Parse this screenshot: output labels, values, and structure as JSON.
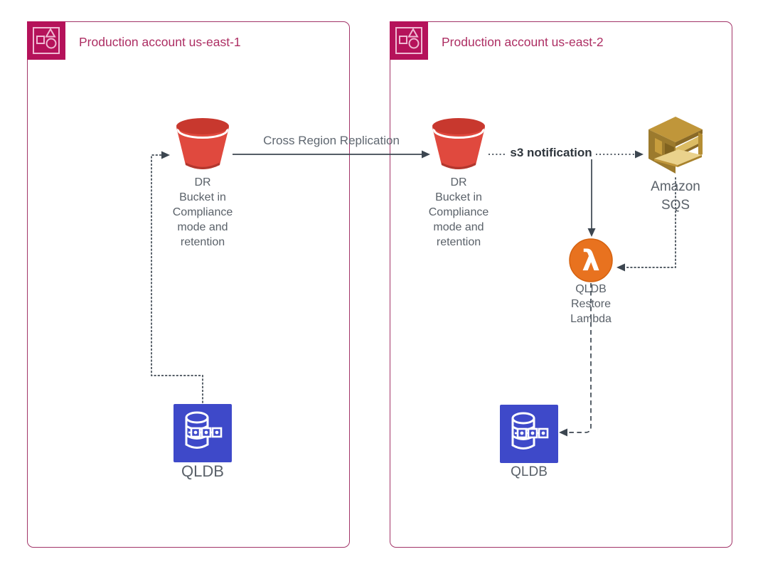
{
  "accounts": [
    {
      "title": "Production account us-east-1",
      "icon": "aws-account-icon"
    },
    {
      "title": "Production account us-east-2",
      "icon": "aws-account-icon"
    }
  ],
  "nodes": {
    "dr_bucket_left": {
      "icon": "s3-bucket-icon",
      "lines": [
        "DR",
        "Bucket in",
        "Compliance",
        "mode and",
        "retention"
      ]
    },
    "dr_bucket_right": {
      "icon": "s3-bucket-icon",
      "lines": [
        "DR",
        "Bucket in",
        "Compliance",
        "mode and",
        "retention"
      ]
    },
    "sqs": {
      "icon": "sqs-icon",
      "lines": [
        "Amazon",
        "SQS"
      ]
    },
    "lambda": {
      "icon": "lambda-icon",
      "glyph": "λ",
      "lines": [
        "QLDB",
        "Restore",
        "Lambda"
      ]
    },
    "qldb_left": {
      "icon": "qldb-icon",
      "label": "QLDB"
    },
    "qldb_right": {
      "icon": "qldb-icon",
      "label": "QLDB"
    }
  },
  "edges": {
    "cross_region_replication": {
      "label": "Cross Region Replication",
      "style": "solid",
      "from": "dr_bucket_left",
      "to": "dr_bucket_right"
    },
    "s3_notification": {
      "label": "s3 notification",
      "style": "dotted",
      "from": "dr_bucket_right",
      "to": "sqs"
    },
    "bucket_to_lambda": {
      "label": "",
      "style": "solid",
      "from": "s3_notification_line",
      "to": "lambda"
    },
    "sqs_to_lambda": {
      "label": "",
      "style": "dotted",
      "from": "sqs",
      "to": "lambda"
    },
    "lambda_to_qldb": {
      "label": "",
      "style": "dashed",
      "from": "lambda",
      "to": "qldb_right"
    },
    "qldb_to_bucket": {
      "label": "",
      "style": "dotted",
      "from": "qldb_left",
      "to": "dr_bucket_left"
    }
  },
  "colors": {
    "box_border": "#a23468",
    "title_text": "#ad2e63",
    "account_icon_bg": "#b5125a",
    "account_icon_stroke": "#efb9d3",
    "bucket_red": "#e0493e",
    "bucket_red_dark": "#c8382e",
    "sqs_gold": "#c0963a",
    "lambda_orange": "#e8721f",
    "qldb_blue": "#3e49c9",
    "label_gray": "#5a6169",
    "edge_dark": "#3c4650"
  }
}
